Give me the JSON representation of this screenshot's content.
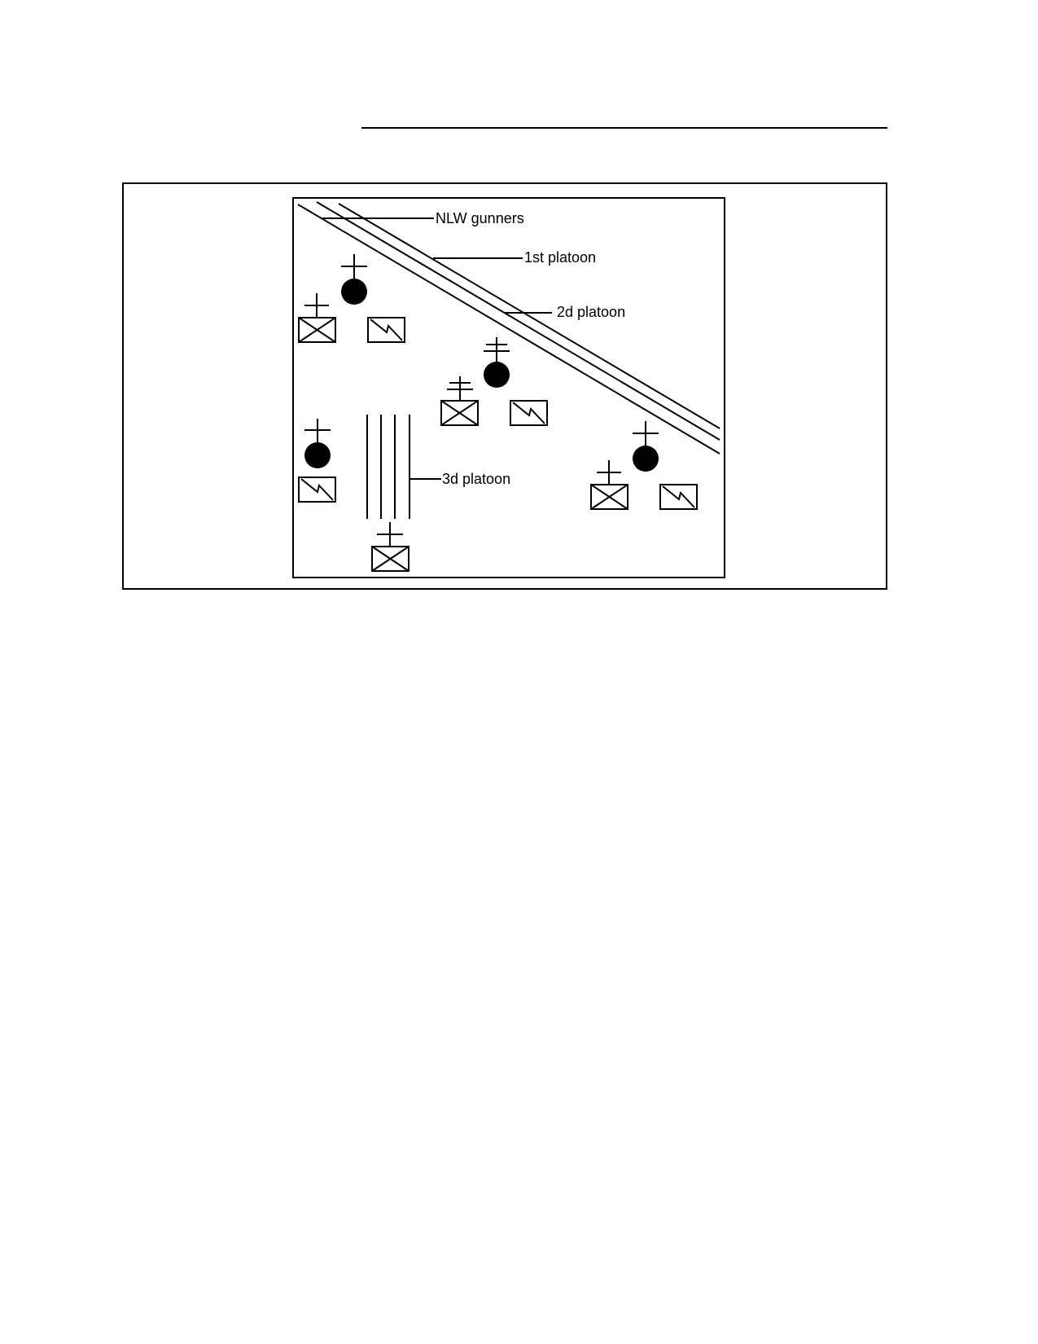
{
  "diagram": {
    "labels": {
      "nlw_gunners": "NLW gunners",
      "first_platoon": "1st platoon",
      "second_platoon": "2d platoon",
      "third_platoon": "3d platoon"
    },
    "symbols": [
      {
        "kind": "filled-circle-with-cross",
        "count": 4
      },
      {
        "kind": "boxed-x-with-cross",
        "count": 4
      },
      {
        "kind": "boxed-zigzag",
        "count": 4
      }
    ]
  }
}
